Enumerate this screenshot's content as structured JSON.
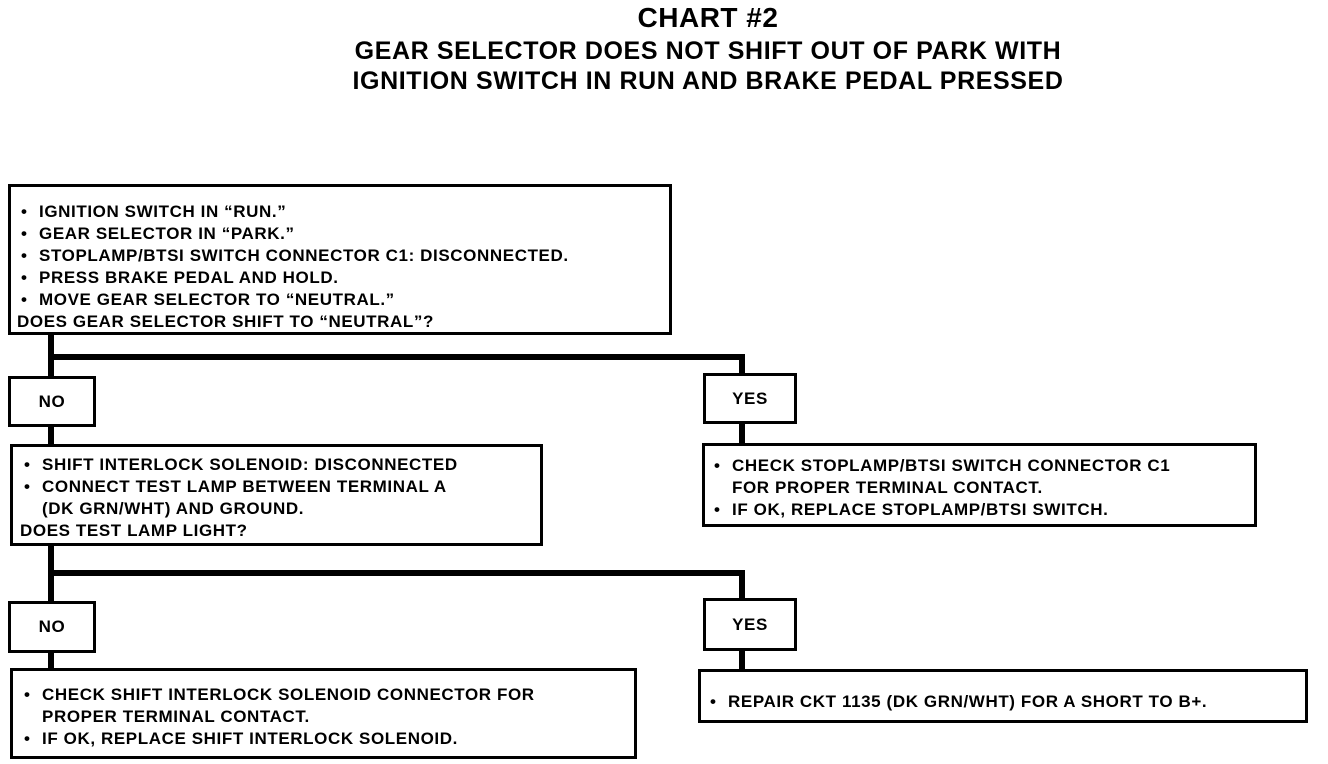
{
  "title": "CHART #2",
  "subtitle_lines": [
    "GEAR SELECTOR DOES NOT SHIFT OUT OF PARK WITH",
    "IGNITION SWITCH IN RUN AND BRAKE PEDAL PRESSED"
  ],
  "bullet_glyph": "•",
  "steps": {
    "step1": {
      "bullets": [
        "IGNITION SWITCH IN “RUN.”",
        "GEAR SELECTOR IN “PARK.”",
        "STOPLAMP/BTSI SWITCH CONNECTOR C1: DISCONNECTED.",
        "PRESS BRAKE PEDAL AND HOLD.",
        "MOVE GEAR SELECTOR TO “NEUTRAL.”"
      ],
      "question": "DOES GEAR SELECTOR SHIFT TO “NEUTRAL”?"
    },
    "step2": {
      "bullets": [
        "SHIFT INTERLOCK SOLENOID: DISCONNECTED",
        "CONNECT TEST LAMP BETWEEN TERMINAL A"
      ],
      "continuation": "(DK GRN/WHT) AND GROUND.",
      "question": "DOES TEST LAMP LIGHT?"
    },
    "yes1_result": {
      "bullet1": "CHECK STOPLAMP/BTSI SWITCH CONNECTOR C1",
      "bullet1_cont": "FOR PROPER TERMINAL CONTACT.",
      "bullet2": "IF OK, REPLACE STOPLAMP/BTSI SWITCH."
    },
    "no2_result": {
      "bullet1": "CHECK SHIFT INTERLOCK SOLENOID CONNECTOR FOR",
      "bullet1_cont": "PROPER TERMINAL CONTACT.",
      "bullet2": "IF OK, REPLACE SHIFT INTERLOCK SOLENOID."
    },
    "yes2_result": {
      "bullet1": "REPAIR CKT 1135 (DK GRN/WHT) FOR A SHORT TO B+."
    }
  },
  "labels": {
    "no": "NO",
    "yes": "YES"
  },
  "colors": {
    "line": "#000000",
    "background": "#ffffff",
    "text": "#000000"
  }
}
